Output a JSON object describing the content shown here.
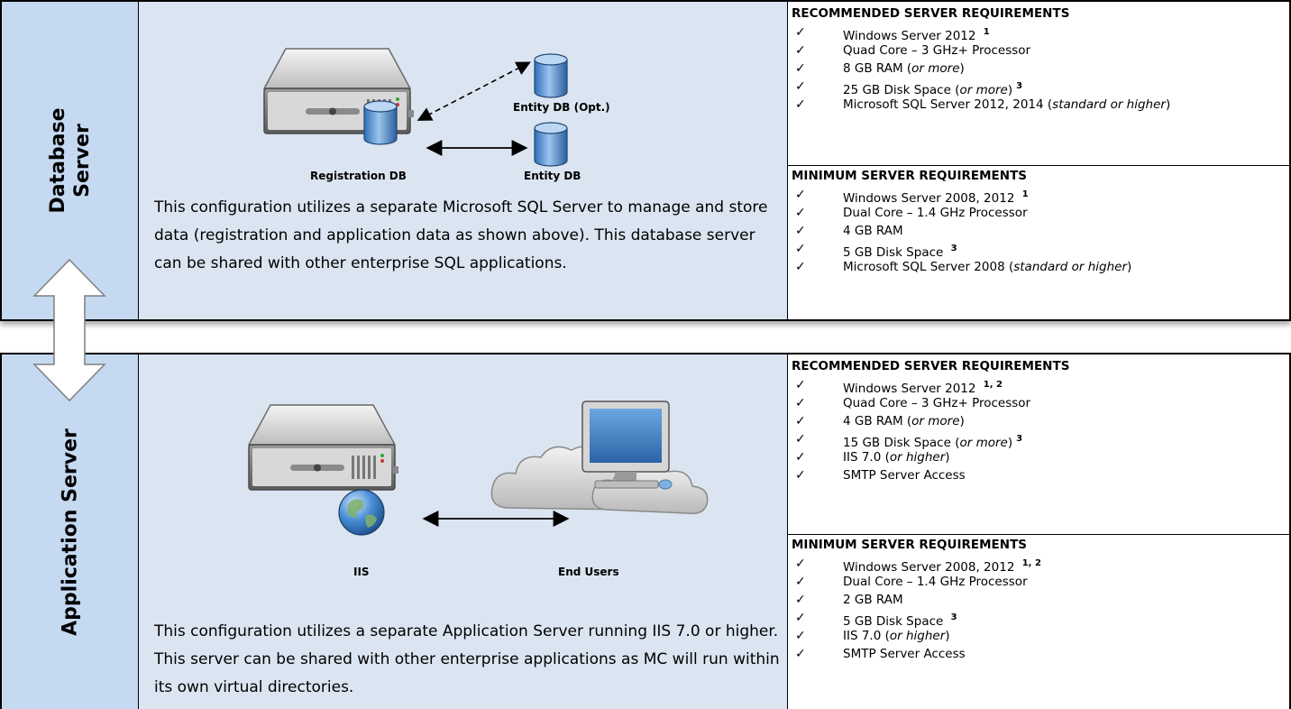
{
  "database_panel": {
    "label_line1": "Database",
    "label_line2": "Server",
    "fig": {
      "entity_opt_label": "Entity DB (Opt.)",
      "registration_label": "Registration DB",
      "entity_label": "Entity DB"
    },
    "description": "This configuration utilizes a separate Microsoft SQL Server to manage and store data (registration and application data as shown above). This database server can be shared with other enterprise SQL applications.",
    "recommended": {
      "heading": "RECOMMENDED SERVER REQUIREMENTS",
      "items": [
        {
          "text": "Windows Server 2012 ",
          "sup": "1"
        },
        {
          "text": "Quad Core – 3 GHz+ Processor"
        },
        {
          "text": "8 GB RAM (",
          "em": "or more",
          "tail": ")"
        },
        {
          "text": "25 GB Disk Space (",
          "em": "or more",
          "tail": ")",
          "sup": "3"
        },
        {
          "text": "Microsoft SQL Server 2012, 2014 (",
          "em": "standard or higher",
          "tail": ")"
        }
      ]
    },
    "minimum": {
      "heading": "MINIMUM SERVER REQUIREMENTS",
      "items": [
        {
          "text": "Windows Server 2008, 2012 ",
          "sup": "1"
        },
        {
          "text": "Dual Core – 1.4 GHz Processor"
        },
        {
          "text": "4 GB RAM"
        },
        {
          "text": "5 GB Disk Space ",
          "sup": "3"
        },
        {
          "text": "Microsoft SQL Server 2008 (",
          "em": "standard or higher",
          "tail": ")"
        }
      ]
    }
  },
  "application_panel": {
    "label": "Application Server",
    "fig": {
      "iis_label": "IIS",
      "users_label": "End Users"
    },
    "description": "This configuration utilizes a separate Application Server running IIS 7.0 or higher. This server can be shared with other enterprise applications as MC will run within its own virtual directories.",
    "recommended": {
      "heading": "RECOMMENDED SERVER REQUIREMENTS",
      "items": [
        {
          "text": "Windows Server 2012 ",
          "sup": "1, 2"
        },
        {
          "text": "Quad Core – 3 GHz+ Processor"
        },
        {
          "text": "4 GB RAM (",
          "em": "or more",
          "tail": ")"
        },
        {
          "text": "15 GB Disk Space (",
          "em": "or more",
          "tail": ")",
          "sup": "3"
        },
        {
          "text": "IIS 7.0 (",
          "em": "or higher",
          "tail": ")"
        },
        {
          "text": "SMTP Server Access"
        }
      ]
    },
    "minimum": {
      "heading": "MINIMUM SERVER REQUIREMENTS",
      "items": [
        {
          "text": "Windows Server 2008, 2012 ",
          "sup": "1, 2"
        },
        {
          "text": "Dual Core – 1.4 GHz Processor"
        },
        {
          "text": "2 GB RAM"
        },
        {
          "text": "5 GB Disk Space ",
          "sup": "3"
        },
        {
          "text": "IIS 7.0 (",
          "em": "or higher",
          "tail": ")"
        },
        {
          "text": "SMTP Server Access"
        }
      ]
    }
  },
  "check_glyph": "✓",
  "colors": {
    "label_column": "#c5d9f1",
    "content_column": "#dbe5f1"
  }
}
